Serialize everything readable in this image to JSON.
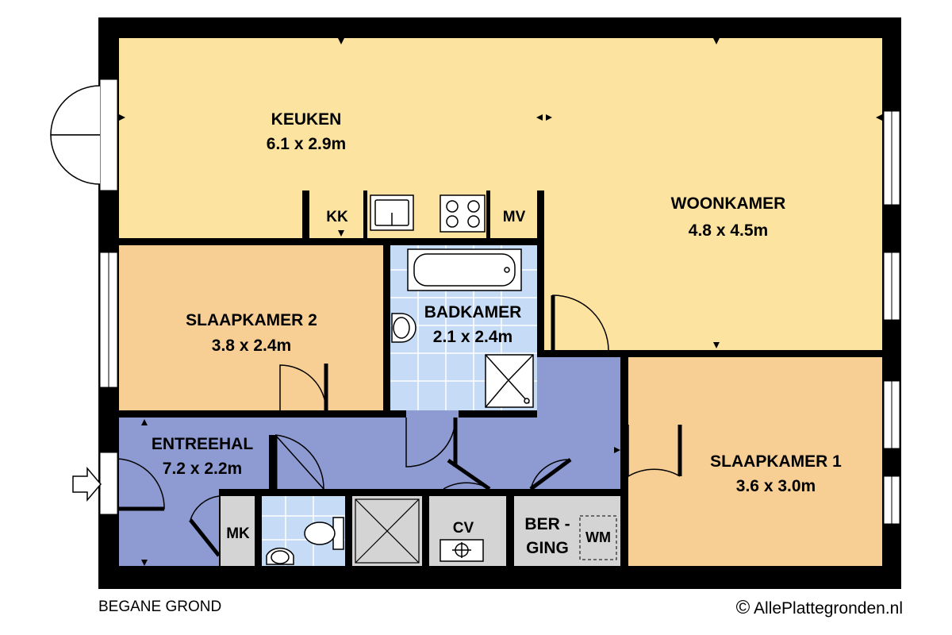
{
  "rooms": {
    "keuken": {
      "name": "KEUKEN",
      "size": "6.1 x 2.9m"
    },
    "woonkamer": {
      "name": "WOONKAMER",
      "size": "4.8 x 4.5m"
    },
    "slaapkamer2": {
      "name": "SLAAPKAMER 2",
      "size": "3.8 x 2.4m"
    },
    "badkamer": {
      "name": "BADKAMER",
      "size": "2.1 x 2.4m"
    },
    "entreehal": {
      "name": "ENTREEHAL",
      "size": "7.2 x 2.2m"
    },
    "slaapkamer1": {
      "name": "SLAAPKAMER 1",
      "size": "3.6 x 3.0m"
    }
  },
  "labels": {
    "kk": "KK",
    "mv": "MV",
    "mk": "MK",
    "cv": "CV",
    "berging_1": "BER -",
    "berging_2": "GING",
    "wm": "WM"
  },
  "footer": {
    "floor": "BEGANE GROND",
    "copyright_symbol": "©",
    "brand": "AllePlattegronden.nl"
  },
  "colors": {
    "living": "#fde3a0",
    "bedroom": "#f7cf94",
    "hall": "#8e9bd2",
    "bath_tile": "#c6dcf6",
    "utility": "#d4d4d4",
    "wall": "#000000"
  }
}
